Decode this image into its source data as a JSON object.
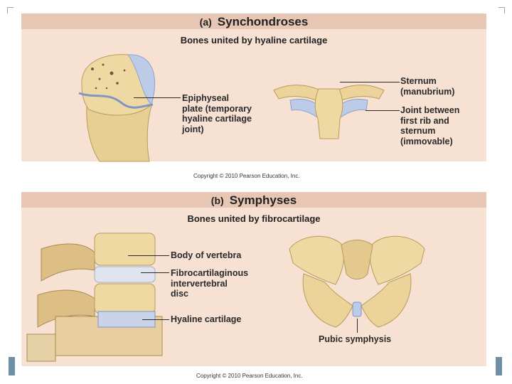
{
  "panel_a": {
    "letter": "(a)",
    "title": "Synchondroses",
    "subtitle": "Bones united by hyaline cartilage",
    "labels": {
      "epiphyseal": [
        "Epiphyseal",
        "plate (temporary",
        "hyaline cartilage",
        "joint)"
      ],
      "sternum": [
        "Sternum",
        "(manubrium)"
      ],
      "rib_joint": [
        "Joint between",
        "first rib and",
        "sternum",
        "(immovable)"
      ]
    },
    "copyright": "Copyright © 2010 Pearson Education, Inc."
  },
  "panel_b": {
    "letter": "(b)",
    "title": "Symphyses",
    "subtitle": "Bones united by fibrocartilage",
    "labels": {
      "body_vertebra": "Body of vertebra",
      "disc": [
        "Fibrocartilaginous",
        "intervertebral",
        "disc"
      ],
      "hyaline": "Hyaline cartilage",
      "pubic": "Pubic symphysis"
    },
    "copyright": "Copyright © 2010 Pearson Education, Inc."
  },
  "colors": {
    "panel_bg": "#f6e1d3",
    "band": "#e8c6b4",
    "bone": "#ecd39a",
    "cartilage": "#b9c8e6"
  }
}
